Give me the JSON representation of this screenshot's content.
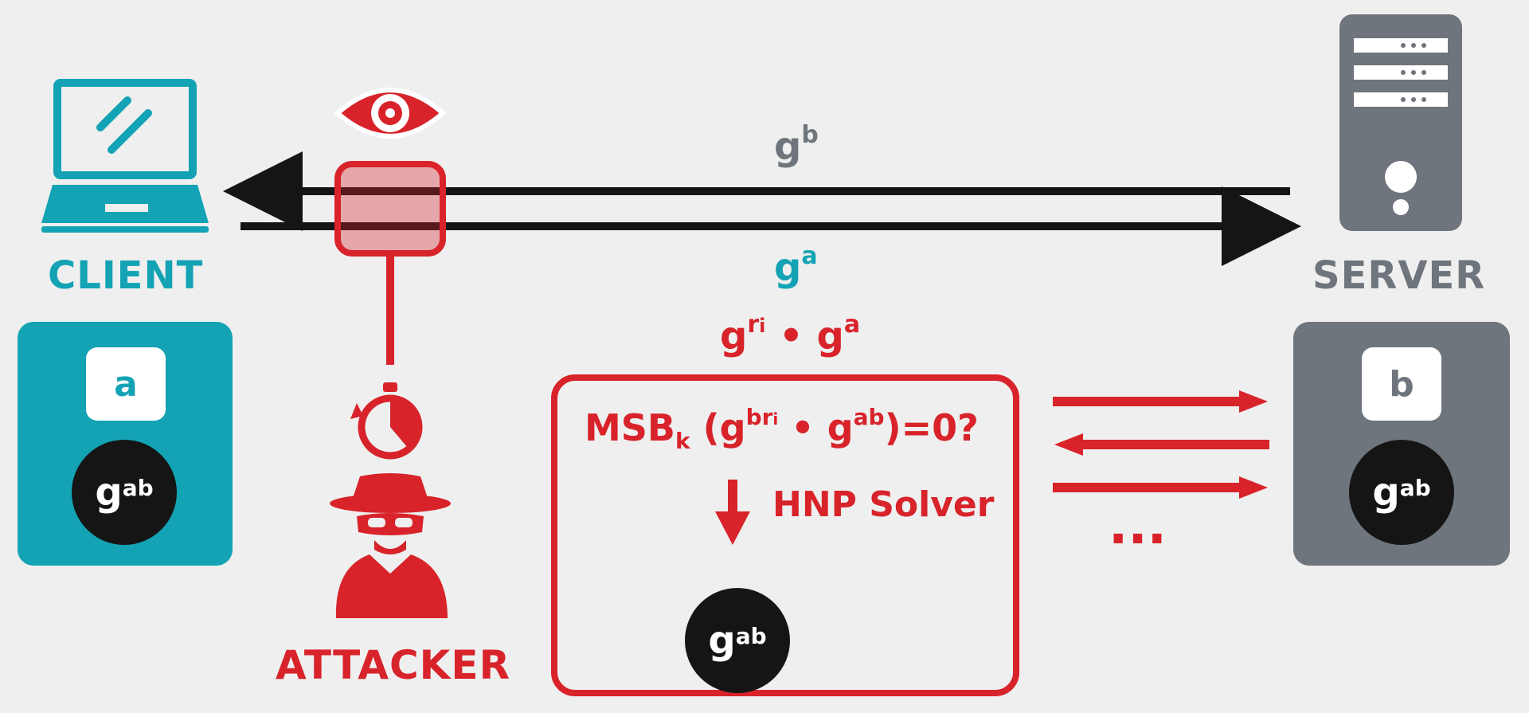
{
  "client": {
    "label": "CLIENT",
    "key": "a",
    "secret_base": "g",
    "secret_exp": "ab"
  },
  "server": {
    "label": "SERVER",
    "key": "b",
    "secret_base": "g",
    "secret_exp": "ab"
  },
  "attacker": {
    "label": "ATTACKER"
  },
  "messages": {
    "server_to_client": {
      "base": "g",
      "exp": "b"
    },
    "client_to_server": {
      "base": "g",
      "exp": "a"
    },
    "injected": {
      "base1": "g",
      "exp1_main": "r",
      "exp1_sub": "i",
      "dot": "•",
      "base2": "g",
      "exp2": "a"
    }
  },
  "attack_box": {
    "msb_label": "MSB",
    "msb_k": "k",
    "msb_open": " (g",
    "msb_exp_main": "br",
    "msb_exp_sub": "i",
    "msb_dot": " • g",
    "msb_exp2": "ab",
    "msb_close": ")=0?",
    "solver_label": "HNP Solver",
    "result_base": "g",
    "result_exp": "ab"
  },
  "ellipsis": "...",
  "colors": {
    "teal": "#13a3b4",
    "gray": "#6f757c",
    "red": "#d8232a",
    "black": "#151515"
  }
}
